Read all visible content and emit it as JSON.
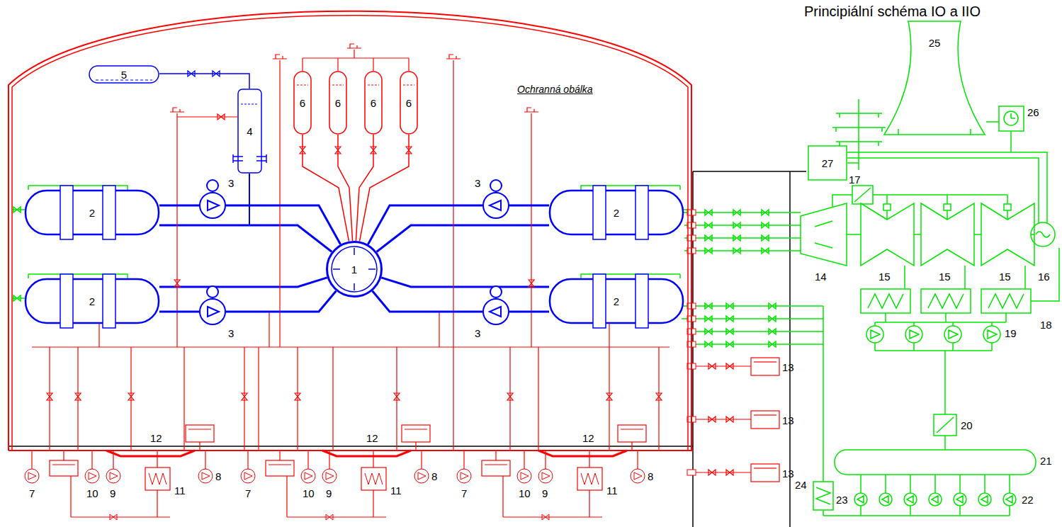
{
  "diagram": {
    "title": "Principiální schéma IO a IIO",
    "nodes": [
      {
        "text": [
          "Ochranná obálka"
        ]
      },
      {
        "text": [
          "5"
        ],
        "in": 0
      },
      {
        "text": [
          "6"
        ],
        "in": 0
      },
      {
        "text": [
          "6"
        ],
        "in": 0
      },
      {
        "text": [
          "6"
        ],
        "in": 0
      },
      {
        "text": [
          "6"
        ],
        "in": 0
      },
      {
        "text": [
          "25"
        ]
      },
      {
        "text": [
          "4"
        ],
        "in": 0
      },
      {
        "text": [
          "27"
        ]
      },
      {
        "text": [
          "2"
        ],
        "in": 0
      },
      {
        "text": [
          "2"
        ],
        "in": 0
      },
      {
        "text": [
          "1"
        ],
        "in": 0
      },
      {
        "text": [
          "2"
        ],
        "in": 0
      },
      {
        "text": [
          "2"
        ],
        "in": 0
      }
    ],
    "edges": [
      {
        "from": 2,
        "to": 11,
        "arrow": "none"
      },
      {
        "from": 3,
        "to": 11,
        "arrow": "none"
      },
      {
        "from": 4,
        "to": 11,
        "arrow": "none"
      },
      {
        "from": 5,
        "to": 11,
        "arrow": "none"
      },
      {
        "from": 7,
        "to": 1,
        "arrow": "none"
      },
      {
        "from": 11,
        "to": 9,
        "arrow": "none"
      },
      {
        "from": 11,
        "to": 10,
        "arrow": "none"
      },
      {
        "from": 11,
        "to": 12,
        "arrow": "none"
      },
      {
        "from": 11,
        "to": 13,
        "arrow": "none"
      }
    ],
    "labels": [
      "26",
      "17",
      "3",
      "3",
      "14",
      "15",
      "15",
      "15",
      "16",
      "3",
      "3",
      "18",
      "19",
      "13",
      "20",
      "13",
      "12",
      "12",
      "12",
      "21",
      "13",
      "24",
      "7",
      "10",
      "9",
      "11",
      "8",
      "7",
      "10",
      "9",
      "11",
      "8",
      "7",
      "10",
      "9",
      "11",
      "8",
      "23",
      "22"
    ]
  }
}
